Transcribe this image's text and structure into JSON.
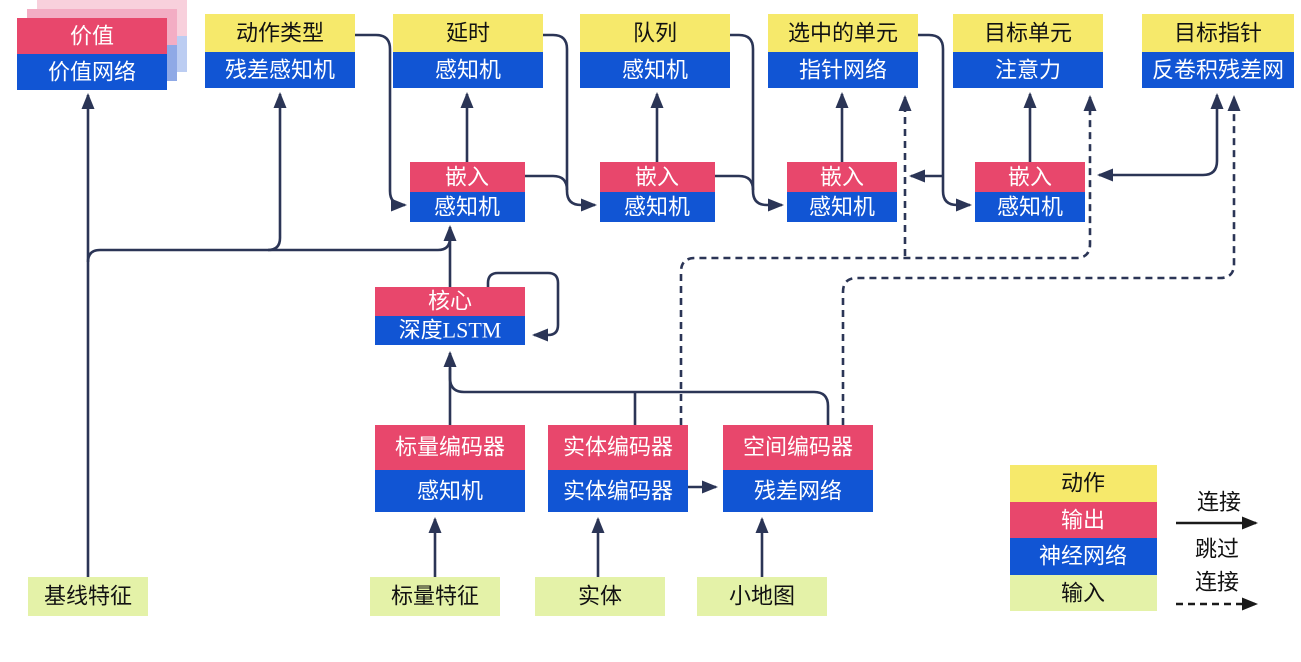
{
  "colors": {
    "action_yellow": "#F6E96B",
    "output_red": "#E8476C",
    "network_blue": "#1155D4",
    "input_green": "#E4F2A8",
    "wire_navy": "#2B3556",
    "legend_arrow_black": "#1a1a1a",
    "value_shadow_pink_1": "#F3ADC4",
    "value_shadow_blue_1": "#8FA9E6",
    "value_shadow_pink_2": "#F8D0DC",
    "value_shadow_blue_2": "#BCCDF2"
  },
  "nodes": {
    "value": {
      "top": "价值",
      "bottom": "价值网络"
    },
    "action_type": {
      "top": "动作类型",
      "bottom": "残差感知机"
    },
    "delay": {
      "top": "延时",
      "bottom": "感知机"
    },
    "queue": {
      "top": "队列",
      "bottom": "感知机"
    },
    "selected_units": {
      "top": "选中的单元",
      "bottom": "指针网络"
    },
    "target_unit": {
      "top": "目标单元",
      "bottom": "注意力"
    },
    "target_point": {
      "top": "目标指针",
      "bottom": "反卷积残差网"
    },
    "embed1": {
      "top": "嵌入",
      "bottom": "感知机"
    },
    "embed2": {
      "top": "嵌入",
      "bottom": "感知机"
    },
    "embed3": {
      "top": "嵌入",
      "bottom": "感知机"
    },
    "embed4": {
      "top": "嵌入",
      "bottom": "感知机"
    },
    "core": {
      "top": "核心",
      "bottom": "深度LSTM"
    },
    "scalar_encoder": {
      "top": "标量编码器",
      "bottom": "感知机"
    },
    "entity_encoder": {
      "top": "实体编码器",
      "bottom": "实体编码器"
    },
    "spatial_encoder": {
      "top": "空间编码器",
      "bottom": "残差网络"
    }
  },
  "inputs": {
    "baseline": "基线特征",
    "scalar": "标量特征",
    "entity": "实体",
    "minimap": "小地图"
  },
  "legend": {
    "action": "动作",
    "output": "输出",
    "network": "神经网络",
    "input": "输入",
    "connection": "连接",
    "skip_line1": "跳过",
    "skip_line2": "连接"
  }
}
